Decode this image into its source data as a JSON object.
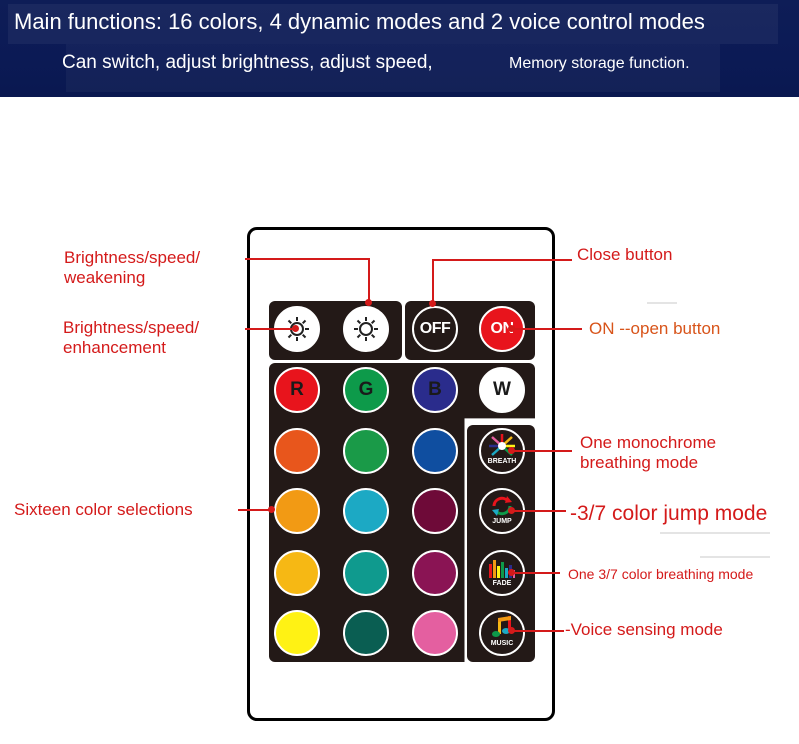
{
  "header": {
    "line1": "Main functions: 16 colors, 4 dynamic modes and 2 voice control modes",
    "line2": "Can switch, adjust brightness, adjust speed,",
    "line3": "Memory storage function."
  },
  "remote": {
    "off_label": "OFF",
    "on_label": "ON",
    "rgbw": [
      {
        "label": "R",
        "color": "#e8141c",
        "text_color": "#1a1a1a"
      },
      {
        "label": "G",
        "color": "#0d9a4a",
        "text_color": "#1a1a1a"
      },
      {
        "label": "B",
        "color": "#2a2c8c",
        "text_color": "#1a1a1a"
      },
      {
        "label": "W",
        "color": "#ffffff",
        "text_color": "#1a1a1a"
      }
    ],
    "color_grid": [
      [
        "#e8561c",
        "#1a9a48",
        "#0f4ea0"
      ],
      [
        "#f29a14",
        "#1ca9c4",
        "#6e0a38"
      ],
      [
        "#f6b814",
        "#0f9a8e",
        "#8a1454"
      ],
      [
        "#fff214",
        "#0a5e52",
        "#e45fa0"
      ]
    ],
    "modes": [
      {
        "tag": "BREATH",
        "icon": "breath-icon"
      },
      {
        "tag": "JUMP",
        "icon": "jump-icon"
      },
      {
        "tag": "FADE",
        "icon": "fade-icon"
      },
      {
        "tag": "MUSIC",
        "icon": "music-icon"
      }
    ],
    "icons": [
      "brightness-down-icon",
      "brightness-up-icon"
    ]
  },
  "callouts": {
    "brightness_weakening": "Brightness/speed/\nweakening",
    "brightness_enhancement": "Brightness/speed/\nenhancement",
    "sixteen_colors": "Sixteen color selections",
    "close_button": "Close button",
    "on_button": "ON --open button",
    "monochrome_breathing": "One monochrome\nbreathing mode",
    "jump_mode": "-3/7 color jump mode",
    "fade_mode": "One 3/7 color breathing mode",
    "voice_mode": "-Voice sensing mode"
  },
  "colors": {
    "banner": "#0b1a55",
    "callout": "#d41a1a",
    "panel": "#231917"
  }
}
